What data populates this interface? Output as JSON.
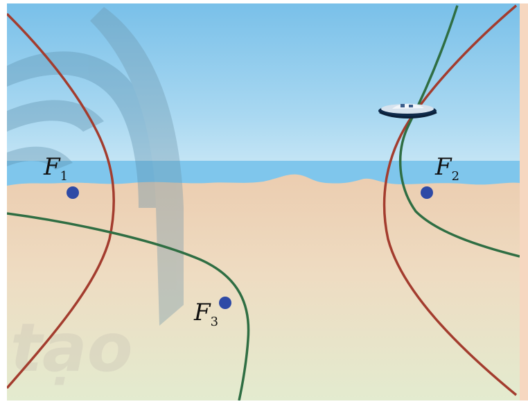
{
  "diagram": {
    "foci": [
      {
        "id": "F1",
        "letter": "F",
        "subscript": "1"
      },
      {
        "id": "F2",
        "letter": "F",
        "subscript": "2"
      },
      {
        "id": "F3",
        "letter": "F",
        "subscript": "3"
      }
    ],
    "watermark_text": "tạo",
    "colors": {
      "sky_top": "#7fc4ea",
      "sky_bottom": "#bfe3f4",
      "sea": "#6cbde8",
      "sand_top": "#edcfb2",
      "sand_bottom": "#e6ead0",
      "red_curve": "#a33c2e",
      "green_curve": "#2f6e43",
      "focus_dot": "#2e4aa6",
      "right_border": "#f6d7c0"
    }
  }
}
